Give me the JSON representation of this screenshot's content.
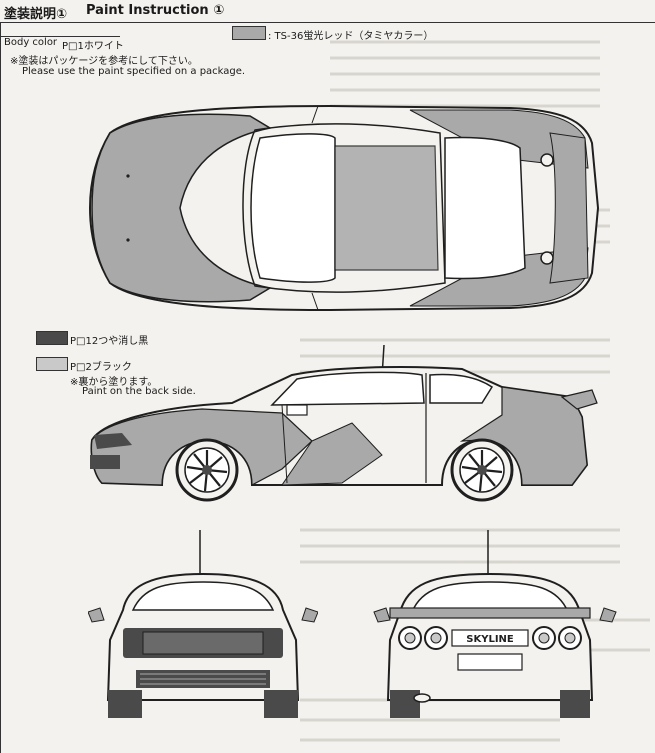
{
  "header": {
    "title_jp": "塗装説明①",
    "title_en": "Paint Instruction ①"
  },
  "body_color": {
    "label": "Body color",
    "value": "P□1ホワイト",
    "note_jp": "※塗装はパッケージを参考にして下さい。",
    "note_en": "Please use the paint specified on a package."
  },
  "legend": {
    "ts36": ": TS-36蛍光レッド（タミヤカラー）",
    "flat_black": "P□12つや消し黒",
    "black": "P□2ブラック",
    "back_note_jp": "※裏から塗ります。",
    "back_note_en": "Paint on the back side."
  },
  "rear_plate": "SKYLINE",
  "colors": {
    "ts36": "#a9a9a9",
    "flat_black": "#4a4a4a",
    "black": "#c9c9c9",
    "line": "#1f1f1f"
  }
}
